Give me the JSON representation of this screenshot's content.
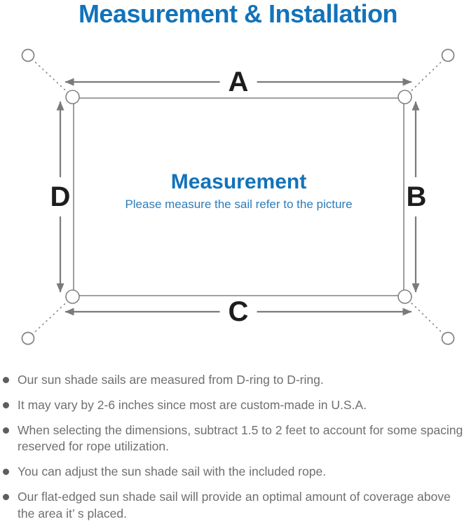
{
  "title": "Measurement & Installation",
  "diagram": {
    "labels": {
      "top": "A",
      "right": "B",
      "bottom": "C",
      "left": "D"
    },
    "center": {
      "heading": "Measurement",
      "subtitle": "Please measure the sail refer to the picture"
    }
  },
  "notes": [
    "Our sun shade sails are measured from D-ring to D-ring.",
    "It may vary by 2-6 inches since most are custom-made in U.S.A.",
    "When selecting the dimensions, subtract 1.5 to 2 feet to account for some spacing reserved for rope utilization.",
    "You can adjust the sun shade sail with the included rope.",
    "Our flat-edged sun shade sail will provide an optimal amount of coverage above the area it’ s placed."
  ],
  "colors": {
    "heading_blue": "#1273ba",
    "subtitle_blue": "#2d7cba",
    "line_gray": "#7a7a7a",
    "outline_gray": "#949494",
    "rope_gray": "#828282",
    "label_black": "#1d1d1d",
    "note_gray": "#6f6f6f",
    "dot_gray": "#5e5e5e"
  }
}
